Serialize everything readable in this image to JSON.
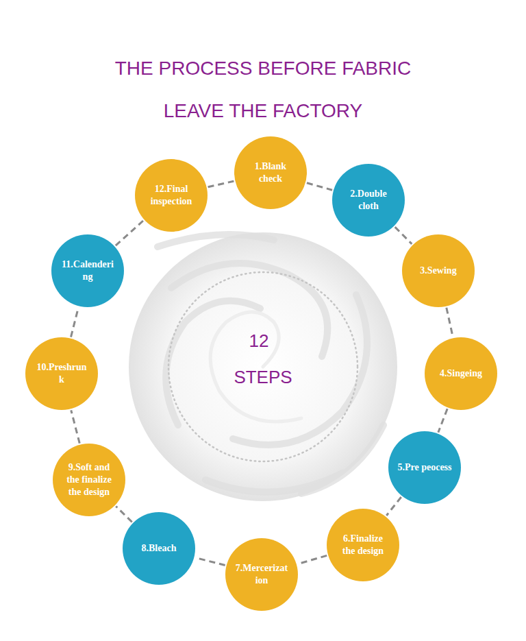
{
  "diagram": {
    "title": "THE PROCESS BEFORE FABRIC LEAVE THE FACTORY",
    "nodes": [
      {
        "text": [
          "1.Blank check"
        ]
      },
      {
        "text": [
          "2.Double cloth"
        ]
      },
      {
        "text": [
          "3.Sewing"
        ]
      },
      {
        "text": [
          "4.Singeing"
        ]
      },
      {
        "text": [
          "5.Pre peocess"
        ]
      },
      {
        "text": [
          "6.Finalize the design"
        ]
      },
      {
        "text": [
          "7.Mercerization"
        ]
      },
      {
        "text": [
          "8.Bleach"
        ]
      },
      {
        "text": [
          "9.Soft and the finalize the design"
        ]
      },
      {
        "text": [
          "10.Preshrunk"
        ]
      },
      {
        "text": [
          "11.Calendering"
        ]
      },
      {
        "text": [
          "12.Final inspection"
        ]
      }
    ],
    "edges": [
      {
        "from": 0,
        "to": 1,
        "arrow": "none"
      },
      {
        "from": 1,
        "to": 2,
        "arrow": "none"
      },
      {
        "from": 2,
        "to": 3,
        "arrow": "none"
      },
      {
        "from": 3,
        "to": 4,
        "arrow": "none"
      },
      {
        "from": 4,
        "to": 5,
        "arrow": "none"
      },
      {
        "from": 5,
        "to": 6,
        "arrow": "none"
      },
      {
        "from": 6,
        "to": 7,
        "arrow": "none"
      },
      {
        "from": 7,
        "to": 8,
        "arrow": "none"
      },
      {
        "from": 8,
        "to": 9,
        "arrow": "none"
      },
      {
        "from": 9,
        "to": 10,
        "arrow": "none"
      },
      {
        "from": 10,
        "to": 11,
        "arrow": "none"
      },
      {
        "from": 11,
        "to": 0,
        "arrow": "none"
      }
    ],
    "labels": [
      "12",
      "STEPS"
    ]
  }
}
